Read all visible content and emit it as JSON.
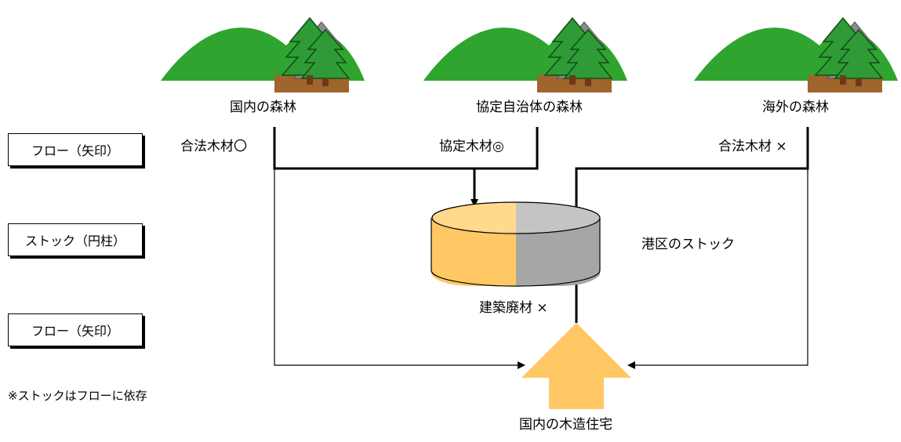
{
  "forests": {
    "domestic": "国内の森林",
    "agreement": "協定自治体の森林",
    "overseas": "海外の森林"
  },
  "timber": {
    "legal_ok": "合法木材〇",
    "agreement": "協定木材◎",
    "legal_ng": "合法木材 ×"
  },
  "stock_label": "港区のストック",
  "demolition_label": "建築廃材 ×",
  "housing_label": "国内の木造住宅",
  "legend": {
    "flow_top": "フロー（矢印）",
    "stock": "ストック（円柱）",
    "flow_bottom": "フロー（矢印）"
  },
  "note": "※ストックはフローに依存",
  "colors": {
    "mountain": "#2FA52F",
    "tree": "#1E8C28",
    "soil": "#A0642D",
    "cylinder_left": "#FFC865",
    "cylinder_left_top": "#FFD98C",
    "cylinder_right": "#A6A6A6",
    "cylinder_right_top": "#C4C4C4",
    "house_arrow": "#FFC865"
  }
}
